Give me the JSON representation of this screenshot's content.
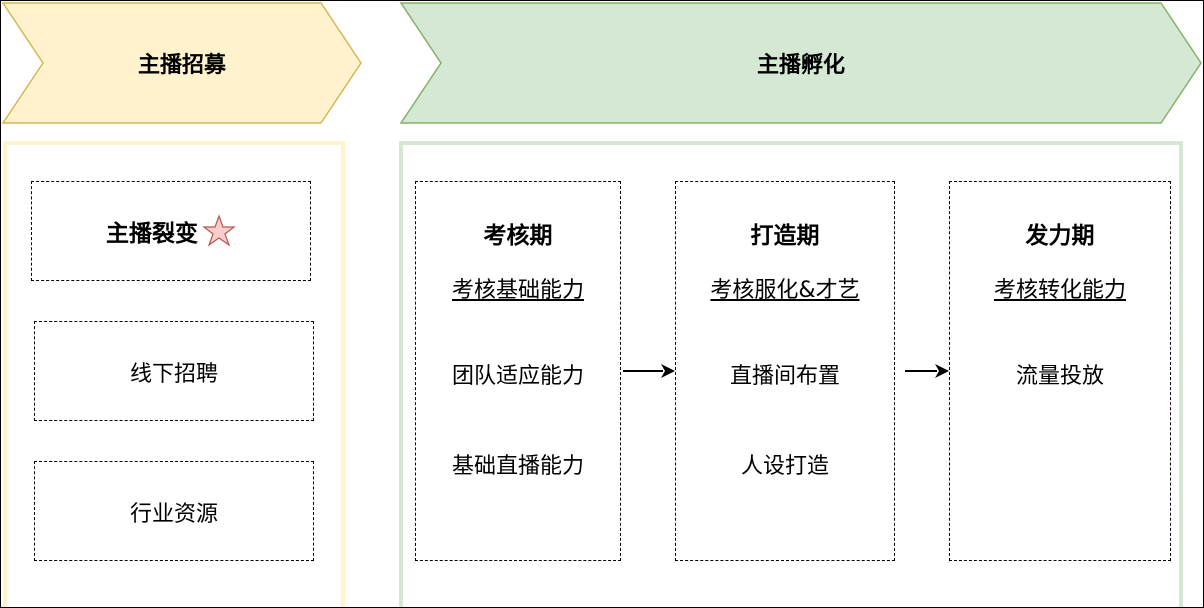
{
  "colors": {
    "recruit_fill": "#fff2cc",
    "recruit_stroke": "#d6b656",
    "incubate_fill": "#d5e8d4",
    "incubate_stroke": "#82b366",
    "star_fill": "#f8cecc",
    "star_stroke": "#b85450"
  },
  "recruit": {
    "title": "主播招募",
    "items": [
      {
        "label": "主播裂变",
        "icon": "star-icon"
      },
      {
        "label": "线下招聘"
      },
      {
        "label": "行业资源"
      }
    ]
  },
  "incubate": {
    "title": "主播孵化",
    "phases": [
      {
        "title": "考核期",
        "subtitle": "考核基础能力",
        "items": [
          "团队适应能力",
          "基础直播能力"
        ]
      },
      {
        "title": "打造期",
        "subtitle": "考核服化&才艺",
        "items": [
          "直播间布置",
          "人设打造"
        ]
      },
      {
        "title": "发力期",
        "subtitle": "考核转化能力",
        "items": [
          "流量投放"
        ]
      }
    ]
  }
}
